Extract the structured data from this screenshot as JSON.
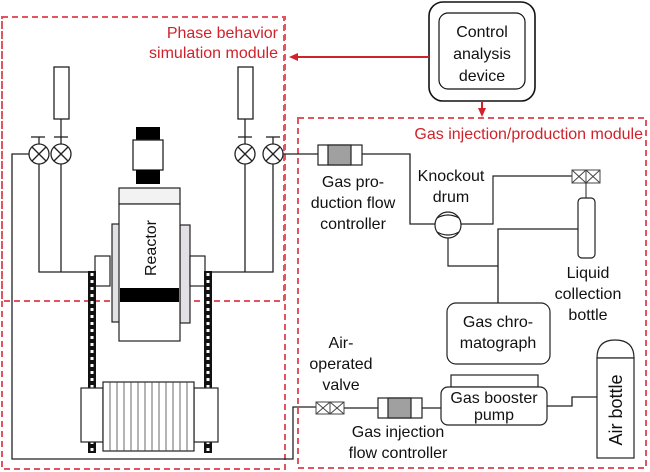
{
  "modules": {
    "phase": {
      "title_line1": "Phase behavior",
      "title_line2": "simulation module"
    },
    "gas": {
      "title": "Gas injection/production module"
    }
  },
  "control": {
    "line1": "Control",
    "line2": "analysis",
    "line3": "device"
  },
  "reactor": {
    "label": "Reactor"
  },
  "labels": {
    "gas_prod_fc": [
      "Gas pro-",
      "duction flow",
      "controller"
    ],
    "knockout": [
      "Knockout",
      "drum"
    ],
    "liquid_bottle": [
      "Liquid",
      "collection",
      "bottle"
    ],
    "gc": [
      "Gas chro-",
      "matograph"
    ],
    "air_valve": [
      "Air-",
      "operated",
      "valve"
    ],
    "booster": [
      "Gas booster",
      "pump"
    ],
    "air_bottle": "Air bottle",
    "gas_inj_fc": [
      "Gas injection",
      "flow controller"
    ]
  },
  "colors": {
    "accent": "#d0222b",
    "line": "#222222",
    "fc_fill": "#a0a0a0"
  }
}
